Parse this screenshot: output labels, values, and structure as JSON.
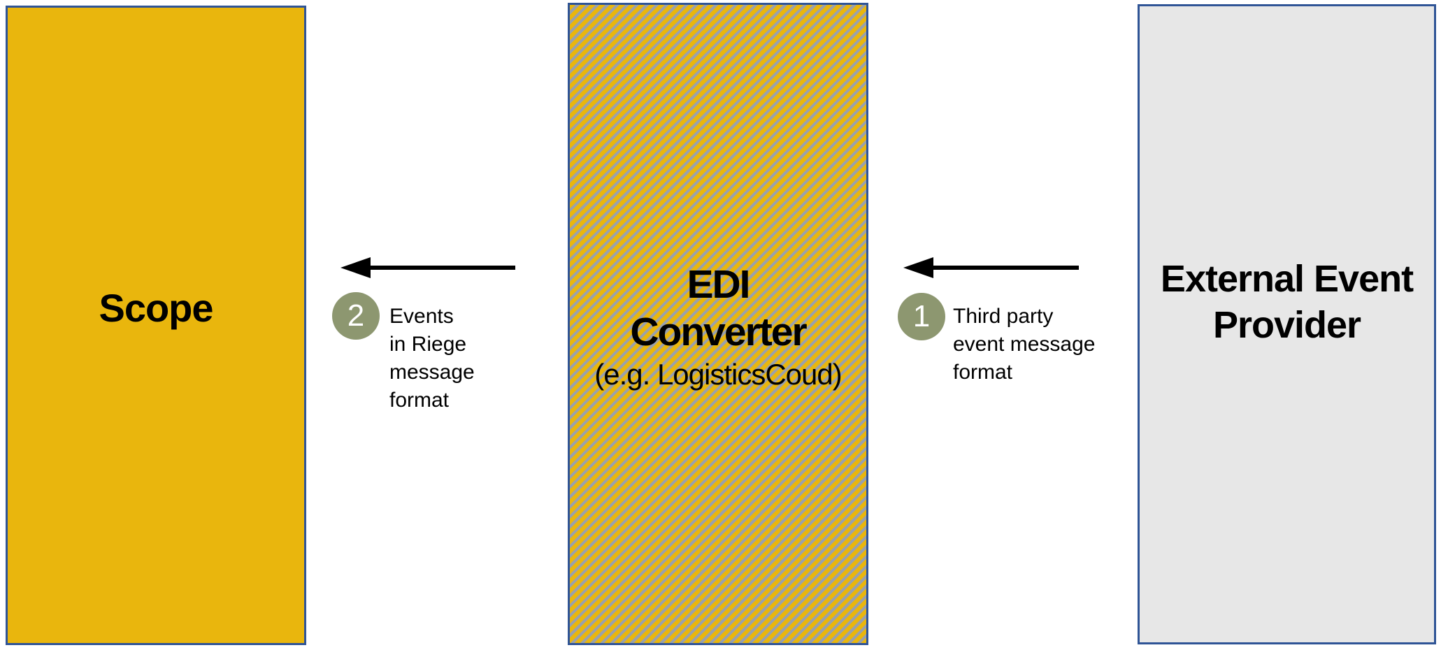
{
  "colors": {
    "gold": "#E9B60D",
    "hatch_gray": "#9AA1AB",
    "light_gray": "#E7E7E7",
    "border_blue": "#2F5496",
    "olive": "#8D9770",
    "arrow_black": "#000000",
    "text_black": "#000000",
    "badge_text": "#FFFFFF"
  },
  "boxes": {
    "scope": {
      "title": "Scope"
    },
    "edi_converter": {
      "title": "EDI\nConverter",
      "subtitle": "(e.g. LogisticsCoud)"
    },
    "external_provider": {
      "title": "External Event\nProvider"
    }
  },
  "annotations": {
    "step1": {
      "number": "1",
      "label": "Third party\nevent message\nformat"
    },
    "step2": {
      "number": "2",
      "label": "Events\nin Riege\nmessage\nformat"
    }
  }
}
